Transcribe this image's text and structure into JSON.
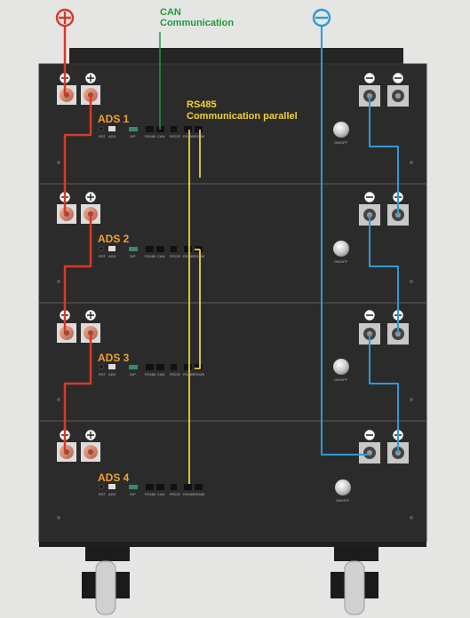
{
  "callouts": {
    "can_line1": "CAN",
    "can_line2": "Communication",
    "rs485_line1": "RS485",
    "rs485_line2": "Communication parallel"
  },
  "modules": [
    {
      "label": "ADS 1"
    },
    {
      "label": "ADS 2"
    },
    {
      "label": "ADS 3"
    },
    {
      "label": "ADS 4"
    }
  ],
  "panel": {
    "onoff": "ON/OFF",
    "port_labels": [
      "RS485",
      "CAN",
      "RS232",
      "RS485",
      "RS485"
    ],
    "dip_label": "DIP",
    "rst_label": "RST",
    "add_label": "ADD"
  },
  "symbols": {
    "positive": "positive-terminal-icon",
    "negative": "negative-terminal-icon"
  },
  "colors": {
    "positive_wire": "#d83a2a",
    "negative_wire": "#2d9ad8",
    "can_line": "#1f9a3c",
    "rs485_line": "#f2d230",
    "module_label": "#f0a030",
    "cabinet": "#2b2b2b"
  }
}
